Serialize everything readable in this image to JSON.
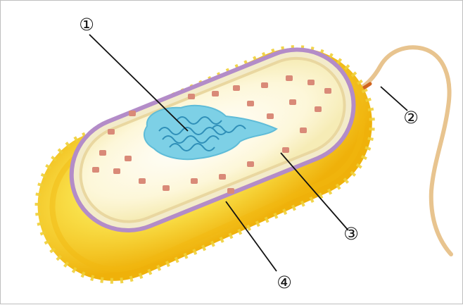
{
  "diagram": {
    "markers": [
      {
        "id": "1",
        "label": "①"
      },
      {
        "id": "2",
        "label": "②"
      },
      {
        "id": "3",
        "label": "③"
      },
      {
        "id": "4",
        "label": "④"
      }
    ],
    "colors": {
      "capsule_outer": "#f2c20f",
      "capsule_inner": "#f7e25a",
      "cell_wall": "#b28ac4",
      "membrane": "#f3e7c0",
      "cytoplasm": "#fdf8e2",
      "nucleoid": "#6cc9e2",
      "nucleoid_lines": "#2f8fb8",
      "ribosome": "#d98a78",
      "flagellum": "#e8bf88",
      "flagellum_base": "#d1641e",
      "leader_line": "#111111"
    }
  }
}
